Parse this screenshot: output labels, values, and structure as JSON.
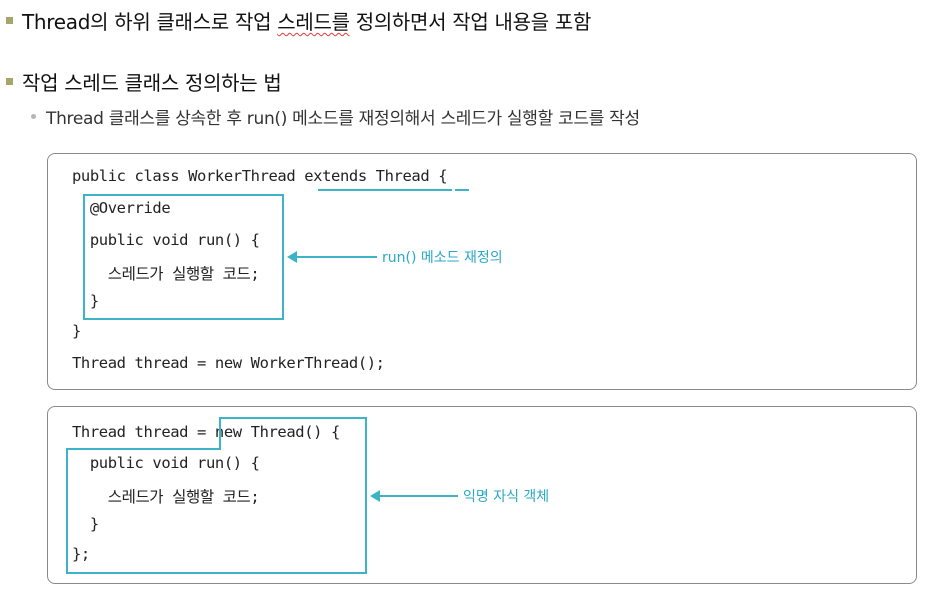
{
  "bullets": [
    {
      "text_before": "Thread의 하위 클래스로 작업 ",
      "text_marked": "스레드를",
      "text_after": " 정의하면서 작업 내용을 포함"
    },
    {
      "text": "작업 스레드 클래스 정의하는 법"
    }
  ],
  "sub_bullet": "Thread 클래스를 상속한 후 run() 메소드를 재정의해서 스레드가 실행할 코드를 작성",
  "code_block_1": {
    "lines": [
      "public class WorkerThread extends Thread {",
      "  @Override",
      "  public void run() {",
      "    스레드가 실행할 코드;",
      "  }",
      "}",
      "Thread thread = new WorkerThread();"
    ],
    "annotation": "run() 메소드 재정의"
  },
  "code_block_2": {
    "lines": [
      "Thread thread = new Thread() {",
      "  public void run() {",
      "    스레드가 실행할 코드;",
      "  }",
      "};"
    ],
    "annotation": "익명 자식 객체"
  },
  "colors": {
    "highlight": "#3cb3c9",
    "bullet": "#a6a66a",
    "note": "#2aa9c4"
  }
}
